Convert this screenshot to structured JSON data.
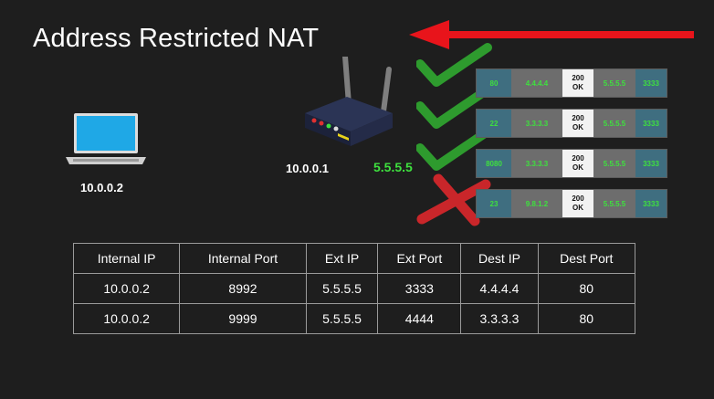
{
  "slide": {
    "title": "Address Restricted NAT"
  },
  "colors": {
    "background": "#1e1e1e",
    "accent_arrow": "#e8141b",
    "accept": "#2e9b2e",
    "reject": "#c9262a",
    "public_ip": "#3ee03e"
  },
  "laptop": {
    "icon": "laptop-icon",
    "ip": "10.0.0.2"
  },
  "router": {
    "icon": "router-icon",
    "private_ip": "10.0.0.1",
    "public_ip": "5.5.5.5"
  },
  "packets": [
    {
      "src_port": "80",
      "src_ip": "4.4.4.4",
      "status": "200\nOK",
      "dst_ip": "5.5.5.5",
      "dst_port": "3333",
      "result": "accepted"
    },
    {
      "src_port": "22",
      "src_ip": "3.3.3.3",
      "status": "200\nOK",
      "dst_ip": "5.5.5.5",
      "dst_port": "3333",
      "result": "accepted"
    },
    {
      "src_port": "8080",
      "src_ip": "3.3.3.3",
      "status": "200\nOK",
      "dst_ip": "5.5.5.5",
      "dst_port": "3333",
      "result": "accepted"
    },
    {
      "src_port": "23",
      "src_ip": "9.8.1.2",
      "status": "200\nOK",
      "dst_ip": "5.5.5.5",
      "dst_port": "3333",
      "result": "rejected"
    }
  ],
  "nat_table": {
    "headers": [
      "Internal IP",
      "Internal Port",
      "Ext IP",
      "Ext Port",
      "Dest IP",
      "Dest Port"
    ],
    "rows": [
      [
        "10.0.0.2",
        "8992",
        "5.5.5.5",
        "3333",
        "4.4.4.4",
        "80"
      ],
      [
        "10.0.0.2",
        "9999",
        "5.5.5.5",
        "4444",
        "3.3.3.3",
        "80"
      ]
    ]
  }
}
